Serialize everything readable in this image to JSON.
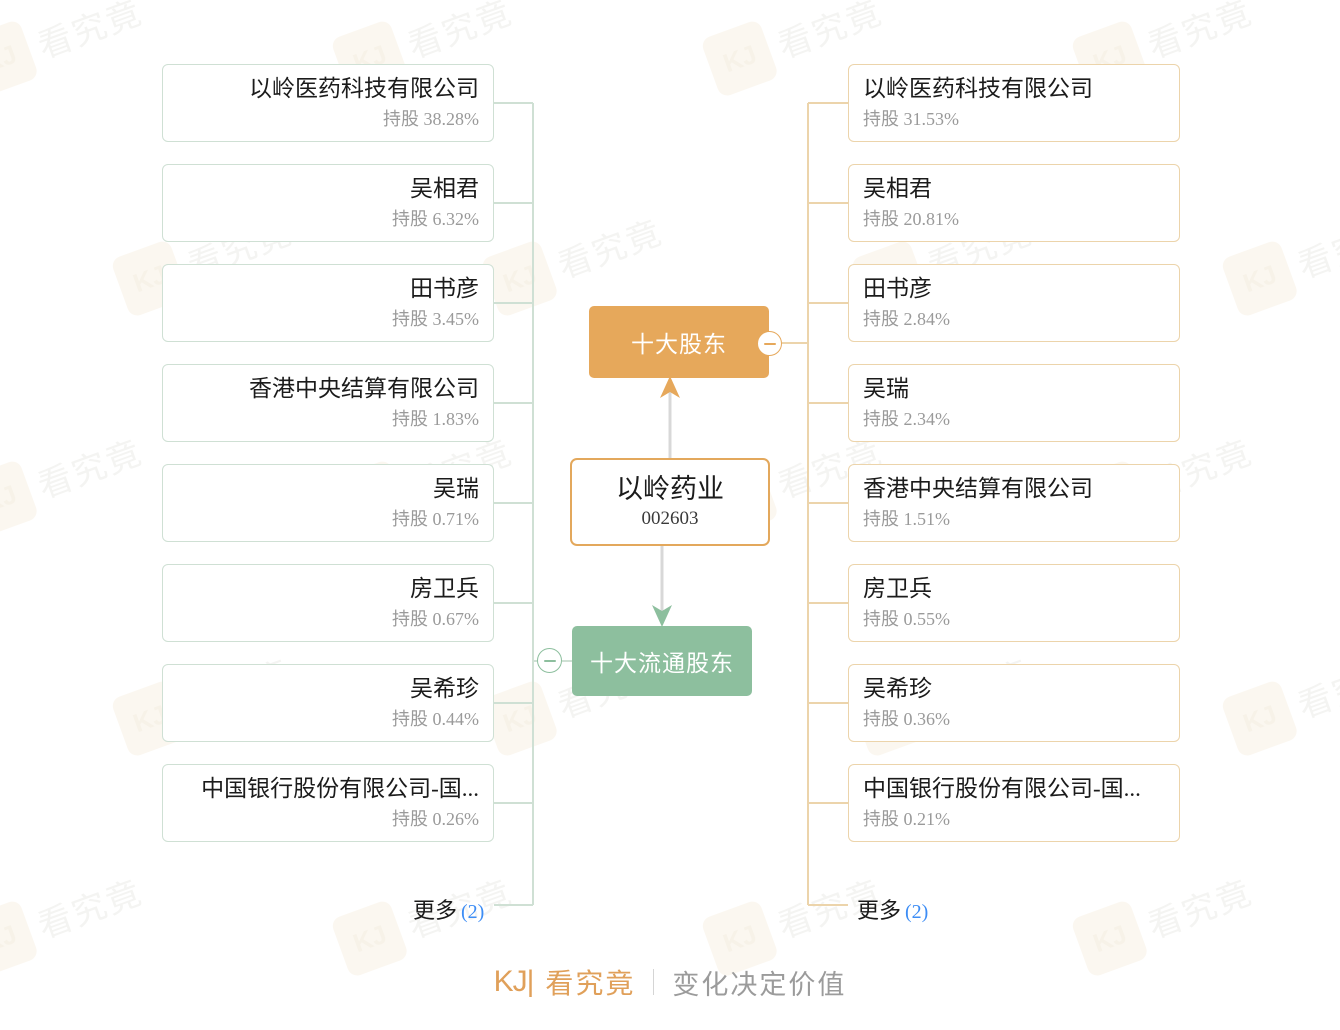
{
  "center": {
    "company_name": "以岭药业",
    "company_code": "002603"
  },
  "groups": {
    "top_holders": {
      "label": "十大股东",
      "color": "#e6a85b",
      "toggle_icon": "minus-icon"
    },
    "float_holders": {
      "label": "十大流通股东",
      "color": "#8dbf9e",
      "toggle_icon": "minus-icon"
    }
  },
  "left_branch": {
    "side": "left",
    "border_color": "#cfe0d4",
    "items": [
      {
        "name": "以岭医药科技有限公司",
        "share": "持股 38.28%"
      },
      {
        "name": "吴相君",
        "share": "持股 6.32%"
      },
      {
        "name": "田书彦",
        "share": "持股 3.45%"
      },
      {
        "name": "香港中央结算有限公司",
        "share": "持股 1.83%"
      },
      {
        "name": "吴瑞",
        "share": "持股 0.71%"
      },
      {
        "name": "房卫兵",
        "share": "持股 0.67%"
      },
      {
        "name": "吴希珍",
        "share": "持股 0.44%"
      },
      {
        "name": "中国银行股份有限公司-国...",
        "share": "持股 0.26%"
      }
    ],
    "more_label": "更多",
    "more_count": "(2)"
  },
  "right_branch": {
    "side": "right",
    "border_color": "#ecd4ab",
    "items": [
      {
        "name": "以岭医药科技有限公司",
        "share": "持股 31.53%"
      },
      {
        "name": "吴相君",
        "share": "持股 20.81%"
      },
      {
        "name": "田书彦",
        "share": "持股 2.84%"
      },
      {
        "name": "吴瑞",
        "share": "持股 2.34%"
      },
      {
        "name": "香港中央结算有限公司",
        "share": "持股 1.51%"
      },
      {
        "name": "房卫兵",
        "share": "持股 0.55%"
      },
      {
        "name": "吴希珍",
        "share": "持股 0.36%"
      },
      {
        "name": "中国银行股份有限公司-国...",
        "share": "持股 0.21%"
      }
    ],
    "more_label": "更多",
    "more_count": "(2)"
  },
  "footer": {
    "logo_mark": "KJ|",
    "brand": "看究竟",
    "tagline": "变化决定价值"
  },
  "watermark": {
    "text": "看究竟"
  }
}
